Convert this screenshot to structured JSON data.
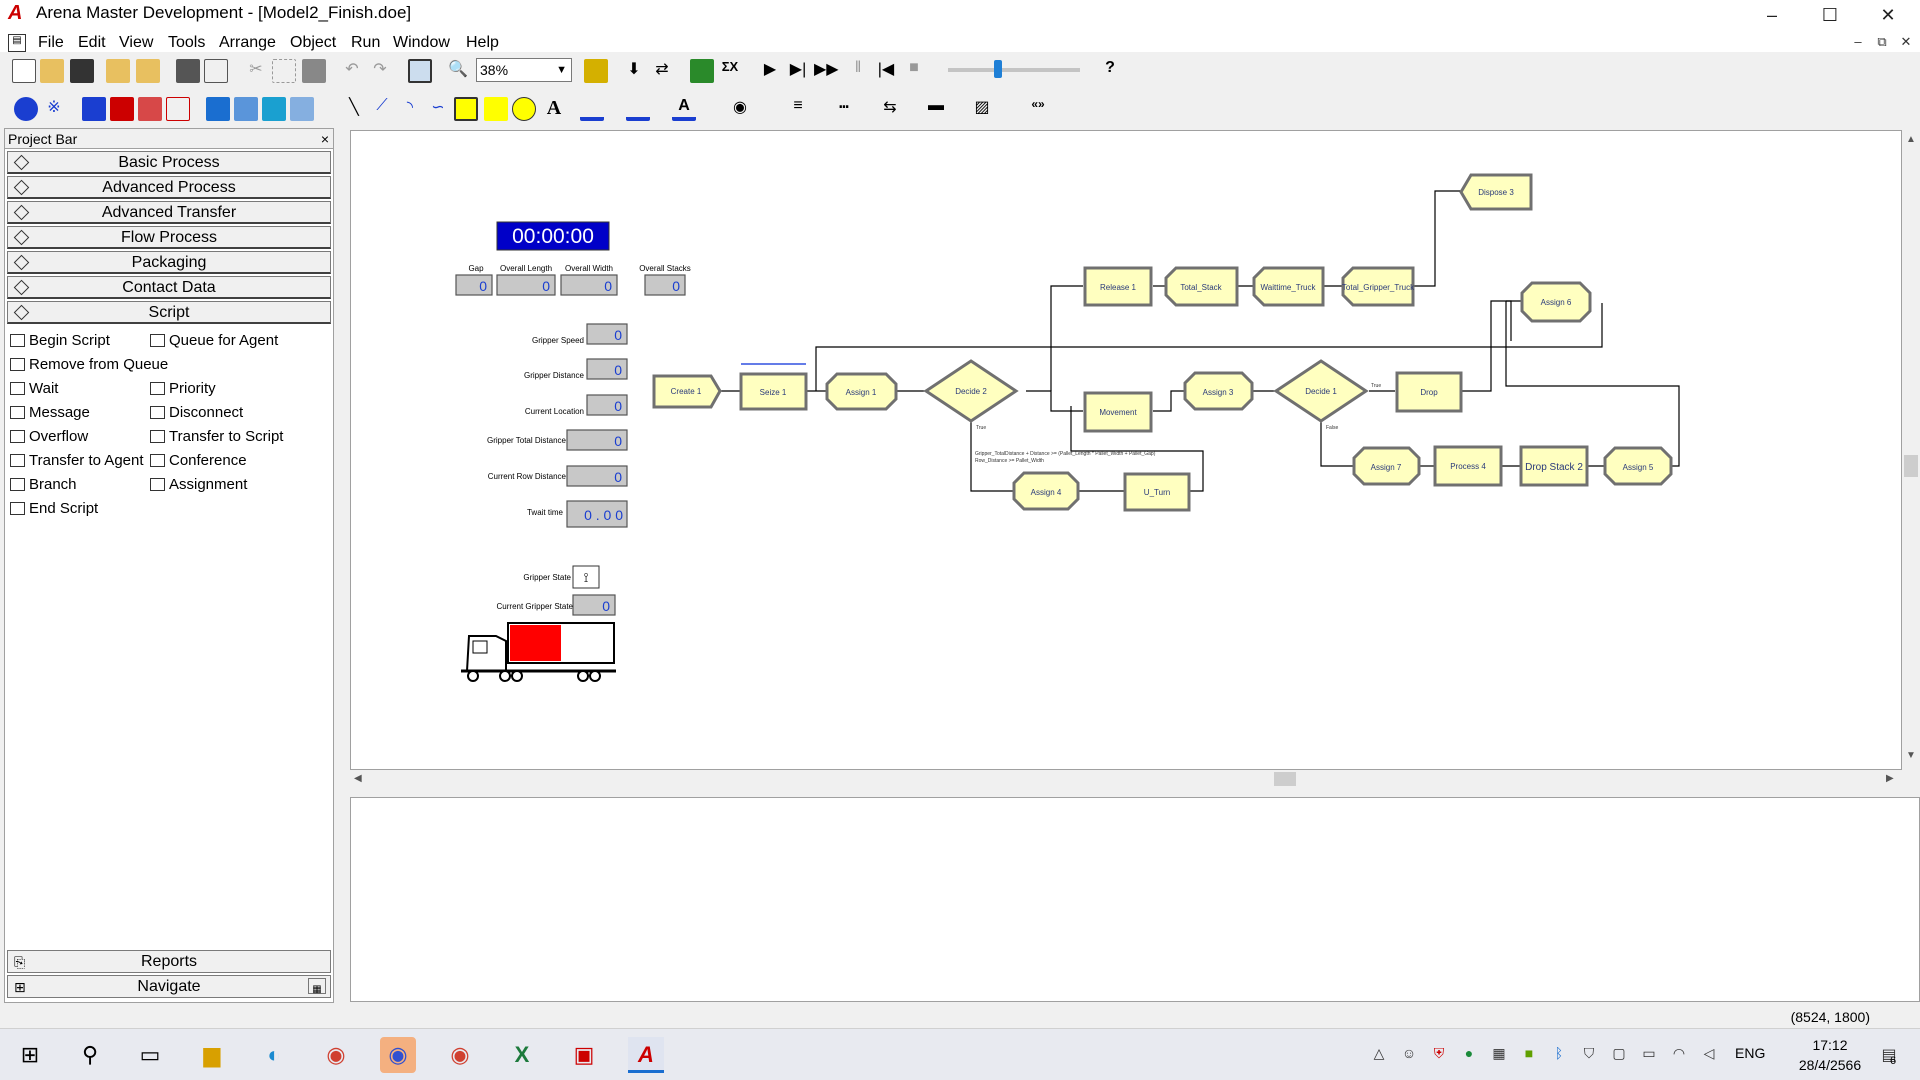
{
  "window": {
    "title": "Arena Master Development - [Model2_Finish.doe]"
  },
  "menu": [
    "File",
    "Edit",
    "View",
    "Tools",
    "Arrange",
    "Object",
    "Run",
    "Window",
    "Help"
  ],
  "toolbar": {
    "zoom": "38%"
  },
  "project_bar": {
    "title": "Project Bar",
    "close": "×",
    "panels": [
      "Basic Process",
      "Advanced Process",
      "Advanced Transfer",
      "Flow Process",
      "Packaging",
      "Contact Data",
      "Script"
    ],
    "modules": [
      "Begin Script",
      "Queue for Agent",
      "Remove from Queue",
      "Wait",
      "Priority",
      "Message",
      "Disconnect",
      "Overflow",
      "Transfer to Script",
      "Transfer to Agent",
      "Conference",
      "Branch",
      "Assignment",
      "End Script"
    ],
    "bottom_panels": [
      "Reports",
      "Navigate"
    ]
  },
  "model": {
    "clock": "00:00:00",
    "vars": {
      "gap": "Gap",
      "overall_length": "Overall Length",
      "overall_width": "Overall Width",
      "overall_stacks": "Overall Stacks",
      "gripper_speed": "Gripper Speed",
      "gripper_distance": "Gripper Distance",
      "current_location": "Current Location",
      "gripper_total": "Gripper Total Distance",
      "current_row": "Current Row Distance",
      "twait": "Twait time",
      "gripper_state": "Gripper State",
      "current_gripper": "Current Gripper State"
    },
    "values": {
      "zero": "0",
      "twait": "0 . 0 0"
    },
    "modules": {
      "create1": "Create 1",
      "seize1": "Seize 1",
      "assign1": "Assign 1",
      "decide2": "Decide 2",
      "release1": "Release 1",
      "total_stack": "Total_Stack",
      "waittime_truck": "Waittime_Truck",
      "total_gripper_truck": "Total_Gripper_Truck",
      "dispose3": "Dispose 3",
      "movement": "Movement",
      "assign3": "Assign 3",
      "decide1": "Decide 1",
      "drop": "Drop",
      "assign6": "Assign 6",
      "assign4": "Assign 4",
      "uturn": "U_Turn",
      "assign7": "Assign 7",
      "process4": "Process 4",
      "dropstack2": "Drop Stack 2",
      "assign5": "Assign 5"
    },
    "labels": {
      "true": "True",
      "false": "False",
      "expr": "Gripper_TotalDistance + Distance >= (Pallet_Length * Pallet_Width + Pallet_Gap)",
      "expr2": "Row_Distance >= Pallet_Width"
    }
  },
  "status": {
    "coords": "(8524, 1800)"
  },
  "taskbar": {
    "lang": "ENG",
    "time": "17:12",
    "date": "28/4/2566",
    "notif": "6"
  }
}
